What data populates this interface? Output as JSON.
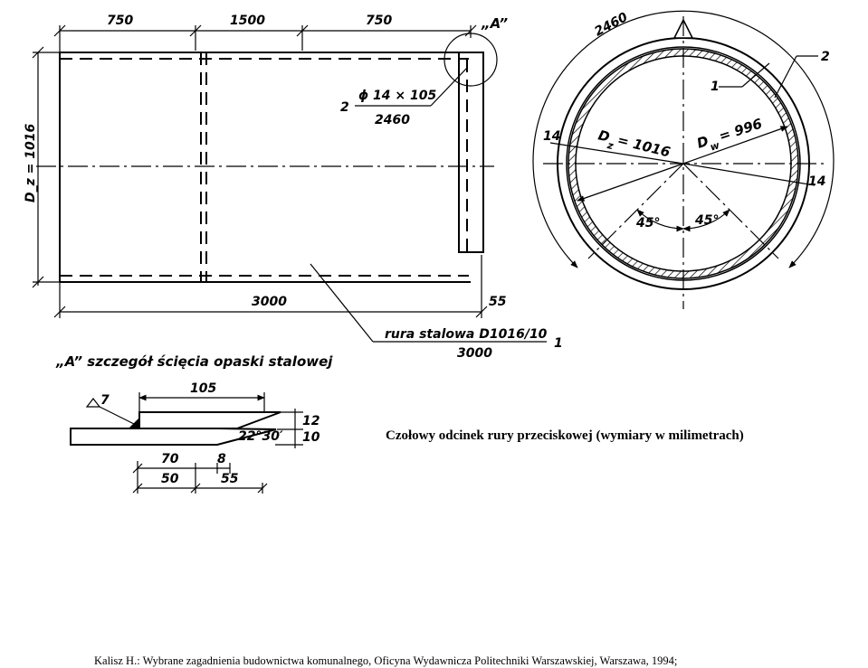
{
  "side_view": {
    "dim_left": "750",
    "dim_middle": "1500",
    "dim_right": "750",
    "detail_marker": "„A”",
    "dim_height": "D_z = 1016",
    "callout_2_num": "2",
    "callout_2_top": "ϕ 14 × 105",
    "callout_2_bottom": "2460",
    "dim_length": "3000",
    "dim_overhang": "55",
    "pipe_label_top": "rura stalowa D1016/10",
    "pipe_label_bottom": "3000",
    "pipe_label_num": "1"
  },
  "cross_section": {
    "arc_length": "2460",
    "label_1": "1",
    "label_2": "2",
    "thickness_left": "14",
    "thickness_right": "14",
    "dz_label": "D",
    "dz_sub": "z",
    "dz_value": "= 1016",
    "dw_label": "D",
    "dw_sub": "w",
    "dw_value": "= 996",
    "angle_left": "45°",
    "angle_right": "45°"
  },
  "detail": {
    "title": "„A” szczegół ścięcia opaski stalowej",
    "weld": "7",
    "dim_top": "105",
    "angle": "22°30′",
    "dim_12": "12",
    "dim_10": "10",
    "dim_70": "70",
    "dim_8": "8",
    "dim_50": "50",
    "dim_55": "55"
  },
  "caption": "Czołowy odcinek rury przeciskowej (wymiary w milimetrach)",
  "footer": "Kalisz H.: Wybrane zagadnienia budownictwa komunalnego, Oficyna Wydawnicza Politechniki Warszawskiej, Warszawa, 1994;"
}
